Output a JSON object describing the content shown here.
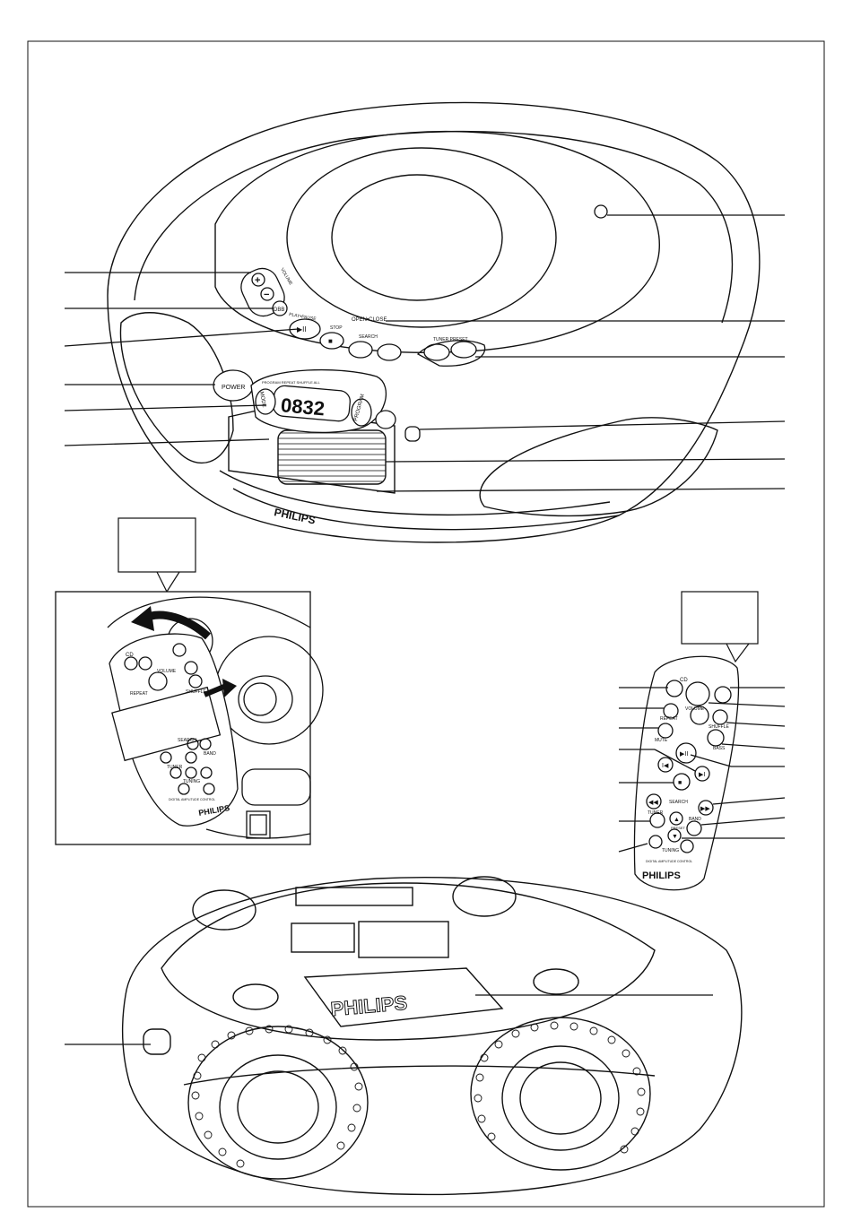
{
  "figure": {
    "brand": "PHILIPS",
    "unit_top": {
      "labels": {
        "volume": "VOLUME",
        "plus": "+",
        "minus": "−",
        "dbb": "DBB",
        "play_pause": "▶II",
        "stop": "■",
        "search": "SEARCH",
        "play_pause_text": "PLAY•PAUSE",
        "stop_text": "STOP",
        "open_close": "OPEN•CLOSE",
        "tuner_preset": "TUNER PRESET",
        "power": "POWER",
        "mode": "MODE",
        "program": "PROGRAM",
        "display_digits": "0832",
        "display_strip": "PROGRAM REPEAT SHUFFLE ALL"
      }
    },
    "remote": {
      "labels": {
        "cd": "CD",
        "volume": "VOLUME",
        "repeat": "REPEAT",
        "shuffle": "SHUFFLE",
        "mute": "MUTE",
        "bass": "BASS",
        "search": "SEARCH",
        "tuner": "TUNER",
        "band": "BAND",
        "preset": "PRESET",
        "tuning": "TUNING",
        "footer": "DIGITAL AMPLITUDE CONTROL"
      }
    },
    "inset_remote": {
      "labels": {
        "cd": "CD",
        "volume": "VOLUME",
        "shuffle": "SHUFFLE",
        "repeat": "REPEAT",
        "search": "SEARCH",
        "band": "BAND",
        "tuner": "TUNER",
        "tuning": "TUNING",
        "footer": "DIGITAL AMPLITUDE CONTROL"
      }
    },
    "colors": {
      "ink": "#111111",
      "background": "#ffffff",
      "hatch": "#444444"
    }
  }
}
